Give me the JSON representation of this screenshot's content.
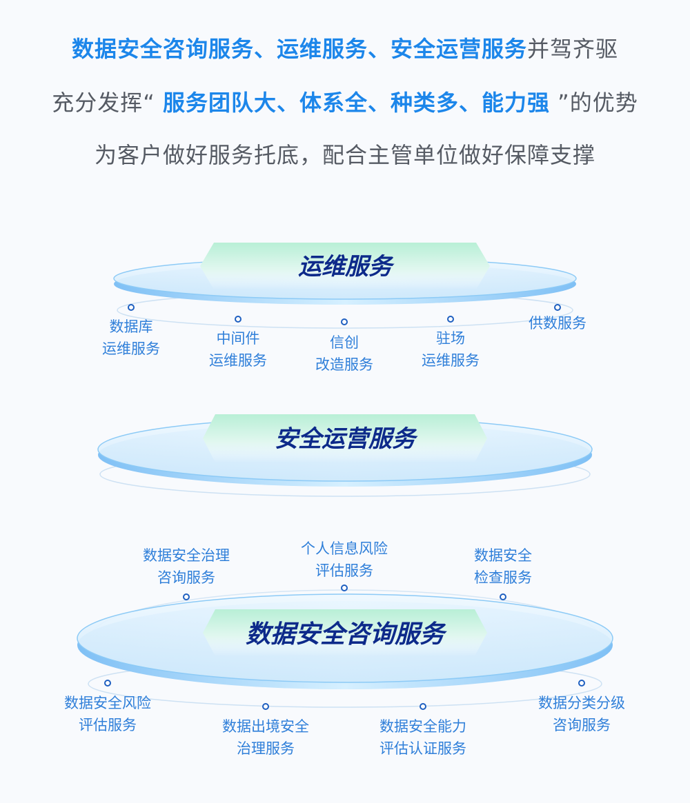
{
  "header": {
    "line1": {
      "blue": "数据安全咨询服务、运维服务、安全运营服务",
      "rest": "并驾齐驱"
    },
    "line2": {
      "pre": "充分发挥“ ",
      "blue": "服务团队大、体系全、种类多、能力强",
      "post": " ”的优势"
    },
    "line3": "为客户做好服务托底，配合主管单位做好保障支撑"
  },
  "tiers": {
    "ops": {
      "title": "运维服务",
      "items": [
        {
          "line1": "数据库",
          "line2": "运维服务"
        },
        {
          "line1": "中间件",
          "line2": "运维服务"
        },
        {
          "line1": "信创",
          "line2": "改造服务"
        },
        {
          "line1": "驻场",
          "line2": "运维服务"
        },
        {
          "line1": "供数服务",
          "line2": ""
        }
      ]
    },
    "secops": {
      "title": "安全运营服务"
    },
    "consult": {
      "title": "数据安全咨询服务",
      "top_items": [
        {
          "line1": "数据安全治理",
          "line2": "咨询服务"
        },
        {
          "line1": "个人信息风险",
          "line2": "评估服务"
        },
        {
          "line1": "数据安全",
          "line2": "检查服务"
        }
      ],
      "bottom_items": [
        {
          "line1": "数据安全风险",
          "line2": "评估服务"
        },
        {
          "line1": "数据出境安全",
          "line2": "治理服务"
        },
        {
          "line1": "数据安全能力",
          "line2": "评估认证服务"
        },
        {
          "line1": "数据分类分级",
          "line2": "咨询服务"
        }
      ]
    }
  },
  "colors": {
    "accent_blue": "#1c86ea",
    "label_blue": "#2f7fd9",
    "title_navy": "#0d2a8a",
    "banner_green": "#cdf3e2"
  }
}
